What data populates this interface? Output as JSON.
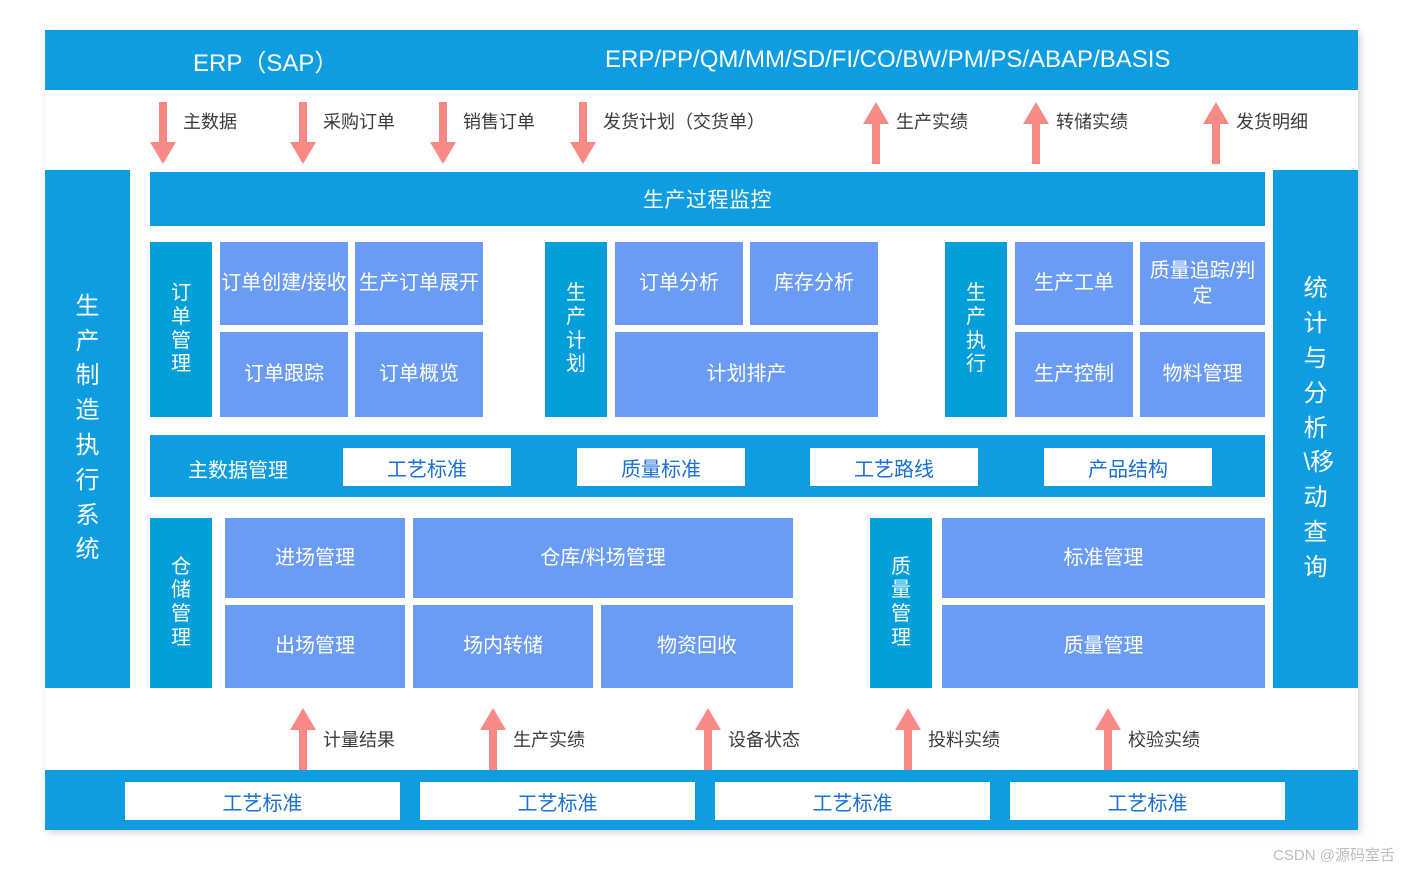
{
  "diagram": {
    "title_left": "ERP（SAP）",
    "title_right": "ERP/PP/QM/MM/SD/FI/CO/BW/PM/PS/ABAP/BASIS",
    "left_sidebar": "生产制造执行系统",
    "right_sidebar": "统计与分析\\移动查询",
    "monitor_bar": "生产过程监控",
    "watermark": "CSDN @源码室舌"
  },
  "colors": {
    "header_blue": "#0e9de0",
    "category_blue": "#029fdb",
    "module_blue": "#6b9cf5",
    "arrow_pink": "#f88a86",
    "white_box_text": "#1a6fd4"
  },
  "top_flows": [
    {
      "label": "主数据",
      "direction": "down"
    },
    {
      "label": "采购订单",
      "direction": "down"
    },
    {
      "label": "销售订单",
      "direction": "down"
    },
    {
      "label": "发货计划（交货单）",
      "direction": "down"
    },
    {
      "label": "生产实绩",
      "direction": "up"
    },
    {
      "label": "转储实绩",
      "direction": "up"
    },
    {
      "label": "发货明细",
      "direction": "up"
    }
  ],
  "bottom_flows": [
    {
      "label": "计量结果",
      "direction": "up"
    },
    {
      "label": "生产实绩",
      "direction": "up"
    },
    {
      "label": "设备状态",
      "direction": "up"
    },
    {
      "label": "投料实绩",
      "direction": "up"
    },
    {
      "label": "校验实绩",
      "direction": "up"
    }
  ],
  "groups": {
    "order_management": {
      "category": "订单管理",
      "modules": [
        "订单创建/接收",
        "生产订单展开",
        "订单跟踪",
        "订单概览"
      ]
    },
    "production_plan": {
      "category": "生产计划",
      "modules": [
        "订单分析",
        "库存分析",
        "计划排产"
      ]
    },
    "production_exec": {
      "category": "生产执行",
      "modules": [
        "生产工单",
        "质量追踪/判定",
        "生产控制",
        "物料管理"
      ]
    },
    "master_data": {
      "category": "主数据管理",
      "modules": [
        "工艺标准",
        "质量标准",
        "工艺路线",
        "产品结构"
      ]
    },
    "warehouse": {
      "category": "仓储管理",
      "modules": [
        "进场管理",
        "仓库/料场管理",
        "出场管理",
        "场内转储",
        "物资回收"
      ]
    },
    "quality": {
      "category": "质量管理",
      "modules": [
        "标准管理",
        "质量管理"
      ]
    }
  },
  "bottom_boxes": [
    "工艺标准",
    "工艺标准",
    "工艺标准",
    "工艺标准"
  ]
}
